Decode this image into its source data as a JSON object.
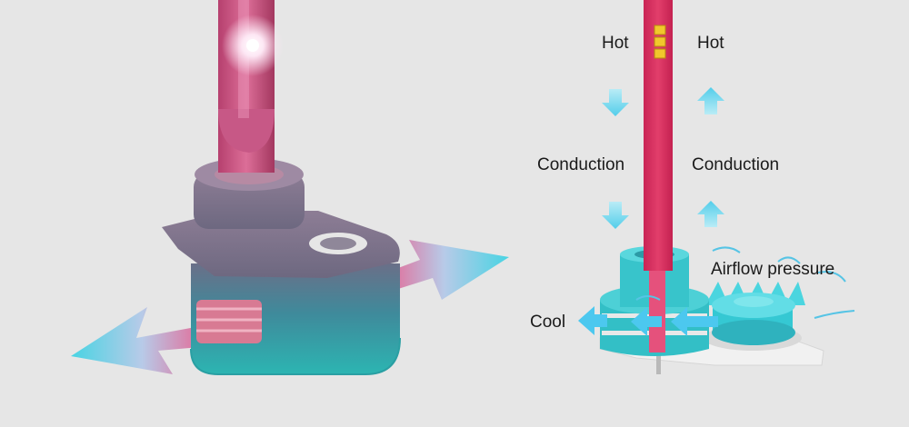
{
  "labels": {
    "hot_left": "Hot",
    "hot_right": "Hot",
    "conduction_left": "Conduction",
    "conduction_right": "Conduction",
    "airflow": "Airflow pressure",
    "cool": "Cool"
  },
  "icons": {
    "bulb": "led-bulb-illustration",
    "arrow_down": "arrow-down-icon",
    "arrow_up": "arrow-up-icon",
    "arrow_left": "arrow-left-icon",
    "fan": "fan-icon"
  },
  "colors": {
    "background": "#e6e6e6",
    "heat_pink": "#d63466",
    "cool_cyan": "#3ed3e6",
    "base_teal": "#35b7b6",
    "collar_gray": "#7b6e86"
  }
}
